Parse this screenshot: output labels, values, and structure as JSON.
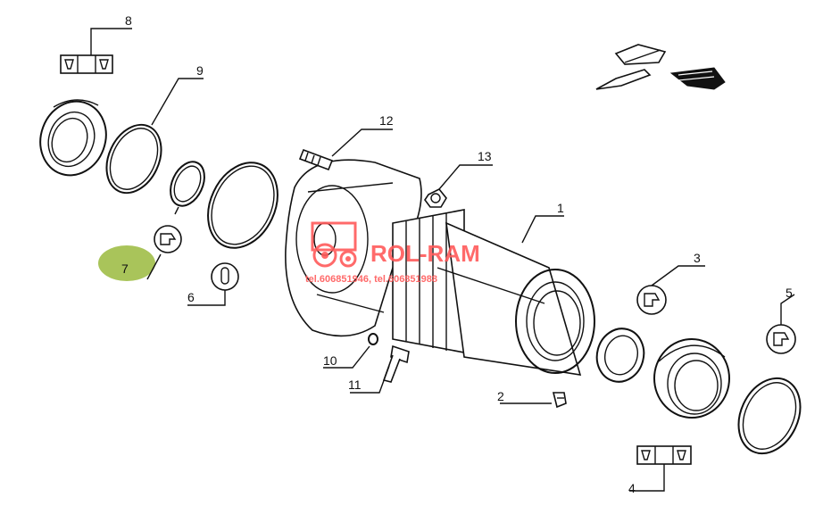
{
  "callouts": {
    "c1": "1",
    "c2": "2",
    "c3": "3",
    "c4": "4",
    "c5": "5",
    "c6": "6",
    "c7": "7",
    "c8": "8",
    "c9": "9",
    "c10": "10",
    "c11": "11",
    "c12": "12",
    "c13": "13"
  },
  "watermark": {
    "brand": "ROL-RAM",
    "phone": "tel.606851946, tel.606851988"
  },
  "colors": {
    "highlight": "#a9c45a",
    "watermark": "#ff5a5a",
    "ink": "#111111"
  },
  "icons": [
    "seal-lip-symbol",
    "grease-symbol",
    "press-fit-symbol",
    "orientation-arrows"
  ]
}
